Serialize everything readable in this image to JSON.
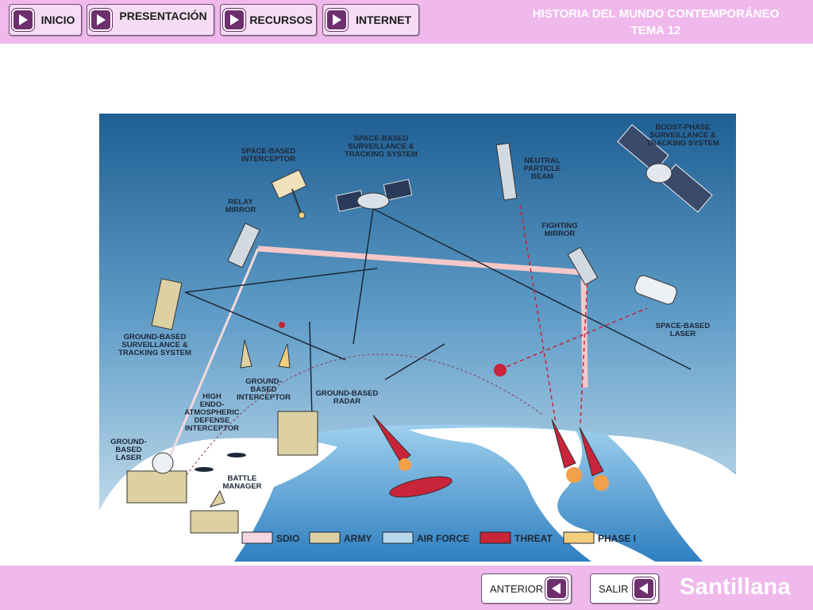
{
  "nav": {
    "inicio": "INICIO",
    "presentacion": "PRESENTACIÓN",
    "recursos": "RECURSOS",
    "internet": "INTERNET"
  },
  "header": {
    "title": "HISTORIA DEL MUNDO CONTEMPORÁNEO",
    "subtitle": "TEMA 12"
  },
  "figure": {
    "labels": {
      "space_interceptor": [
        "SPACE-BASED",
        "INTERCEPTOR"
      ],
      "space_surveillance": [
        "SPACE-BASED",
        "SURVEILLANCE &",
        "TRACKING SYSTEM"
      ],
      "neutral_beam": [
        "NEUTRAL",
        "PARTICLE",
        "BEAM"
      ],
      "boost_phase": [
        "BOOST-PHASE",
        "SURVEILLANCE &",
        "TRACKING SYSTEM"
      ],
      "relay_mirror": [
        "RELAY",
        "MIRROR"
      ],
      "fighting_mirror": [
        "FIGHTING",
        "MIRROR"
      ],
      "space_laser": [
        "SPACE-BASED",
        "LASER"
      ],
      "ground_surveillance": [
        "GROUND-BASED",
        "SURVEILLANCE &",
        "TRACKING SYSTEM"
      ],
      "ground_interceptor": [
        "GROUND-",
        "BASED",
        "INTERCEPTOR"
      ],
      "ground_radar": [
        "GROUND-BASED",
        "RADAR"
      ],
      "hedi": [
        "HIGH",
        "ENDO-",
        "ATMOSPHERIC",
        "DEFENSE",
        "INTERCEPTOR"
      ],
      "ground_laser": [
        "GROUND-",
        "BASED",
        "LASER"
      ],
      "battle_manager": [
        "BATTLE",
        "MANAGER"
      ]
    },
    "legend": [
      {
        "label": "SDIO",
        "color": "#f6d6df"
      },
      {
        "label": "ARMY",
        "color": "#ddd0a2"
      },
      {
        "label": "AIR FORCE",
        "color": "#b9d8ec"
      },
      {
        "label": "THREAT",
        "color": "#c8243a"
      },
      {
        "label": "PHASE I",
        "color": "#f2cf7c"
      }
    ]
  },
  "footer": {
    "anterior": "ANTERIOR",
    "salir": "SALIR",
    "brand": "Santillana"
  },
  "colors": {
    "bar": "#efb9ec",
    "button_arrow": "#6d2f6d"
  }
}
